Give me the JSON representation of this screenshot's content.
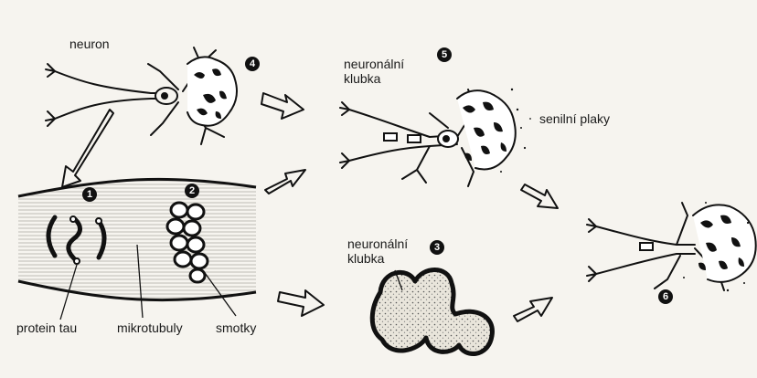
{
  "labels": {
    "neuron": "neuron",
    "neuronal_tangles_top": "neuronální\nklubka",
    "senile_plaques": "senilní plaky",
    "neuronal_tangles_bottom": "neuronální\nklubka",
    "protein_tau": "protein tau",
    "microtubules": "mikrotubuly",
    "bundles": "smotky"
  },
  "numbers": {
    "n1": "1",
    "n2": "2",
    "n3": "3",
    "n4": "4",
    "n5": "5",
    "n6": "6"
  },
  "colors": {
    "ink": "#111111",
    "paper": "#f6f4ef",
    "stipple": "#e4e0d6"
  }
}
